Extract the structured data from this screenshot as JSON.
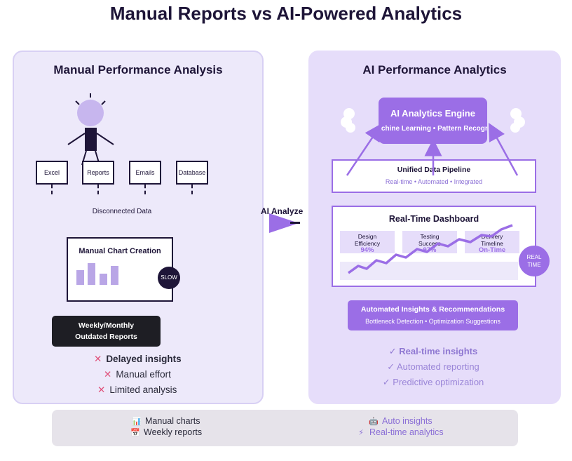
{
  "title": "Manual Reports vs AI-Powered Analytics",
  "left": {
    "heading": "Manual Performance Analysis",
    "sources": [
      "Excel",
      "Reports",
      "Emails",
      "Database"
    ],
    "sources_caption": "Disconnected Data",
    "chart_card": {
      "title": "Manual Chart Creation",
      "badge": "SLOW",
      "bar_levels": [
        0.75,
        1.0,
        0.5,
        0.85
      ]
    },
    "outdated_box": [
      "Weekly/Monthly",
      "Outdated Reports"
    ],
    "negatives": [
      "Delayed insights",
      "Manual effort",
      "Limited analysis"
    ]
  },
  "transition": {
    "label": "AI Analyze"
  },
  "right": {
    "heading": "AI Performance Analytics",
    "engine": {
      "title": "AI Analytics Engine",
      "subtitle": "Machine Learning • Pattern Recognition"
    },
    "pipeline": {
      "title": "Unified Data Pipeline",
      "subtitle": "Real-time • Automated • Integrated"
    },
    "dashboard": {
      "title": "Real-Time Dashboard",
      "metrics": [
        {
          "label": "Design Efficiency",
          "value": "94%"
        },
        {
          "label": "Testing Success",
          "value": "97%"
        },
        {
          "label": "Delivery Timeline",
          "value": "On-Time"
        }
      ],
      "badge": "REAL TIME"
    },
    "insights": {
      "title": "Automated Insights & Recommendations",
      "subtitle": "Bottleneck Detection • Optimization Suggestions"
    },
    "positives": [
      "✓ Real-time insights",
      "✓ Automated reporting",
      "✓ Predictive optimization"
    ]
  },
  "legend": {
    "left": [
      {
        "icon": "bar-chart-icon",
        "glyph": "📊",
        "label": "Manual charts"
      },
      {
        "icon": "calendar-icon",
        "glyph": "📅",
        "label": "Weekly reports"
      }
    ],
    "right": [
      {
        "icon": "robot-icon",
        "glyph": "🤖",
        "label": "Auto insights"
      },
      {
        "icon": "lightning-icon",
        "glyph": "⚡",
        "label": "Real-time analytics"
      }
    ]
  },
  "colors": {
    "accent": "#9b6ee6",
    "dark": "#1e1538",
    "negative": "#e0517a"
  }
}
